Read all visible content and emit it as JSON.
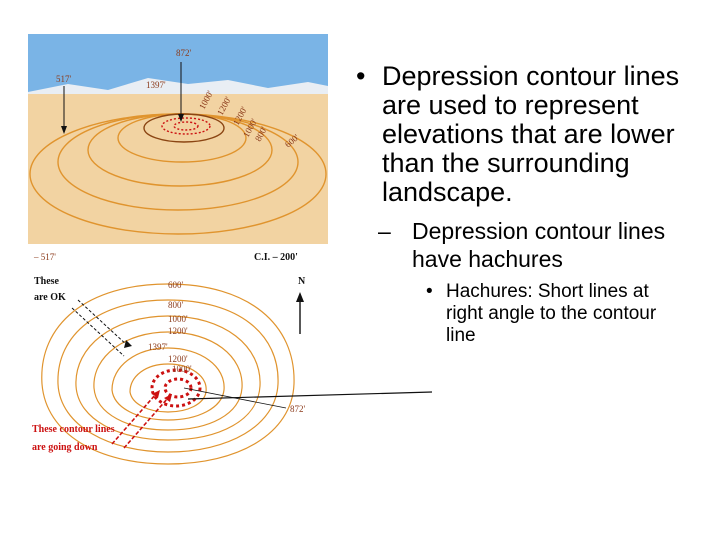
{
  "bullets": {
    "level1": {
      "marker": "•",
      "text": "Depression contour lines are used to represent elevations that are lower than the surrounding landscape."
    },
    "level2": {
      "marker": "–",
      "text": "Depression contour lines have hachures"
    },
    "level3": {
      "marker": "•",
      "text": "Hachures: Short lines at right angle to the contour line"
    }
  },
  "figure": {
    "top_panel": {
      "peak_label": "872'",
      "left_label": "517'",
      "rim_label": "1397'",
      "slope_labels": [
        "1000'",
        "1200'",
        "1200'",
        "1000'",
        "800'",
        "600'"
      ]
    },
    "bottom_panel": {
      "base_label": "– 517'",
      "ci_label": "C.I. – 200'",
      "north_label": "N",
      "ok_note": [
        "These",
        "are OK"
      ],
      "contour_labels": [
        "600'",
        "800'",
        "1000'",
        "1200'",
        "1397'",
        "1200'",
        "1000'"
      ],
      "depression_label": "872'",
      "warning_note": [
        "These contour lines",
        "are going down"
      ]
    },
    "colors": {
      "sky": "#7ab4e6",
      "ground": "#f2d3a2",
      "contour": "#e0942e",
      "hachure": "#cc1111"
    }
  }
}
